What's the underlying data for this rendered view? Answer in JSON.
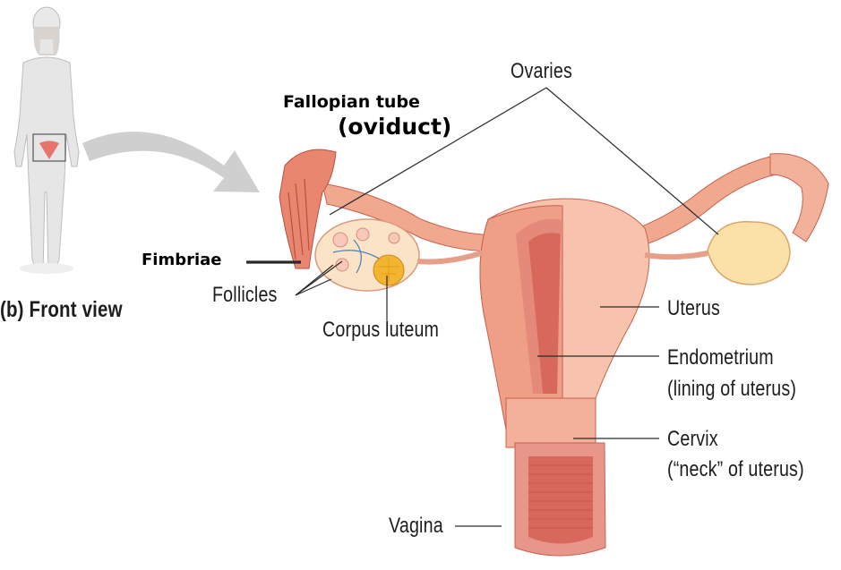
{
  "figure": {
    "view_label": "(b) Front view",
    "labels": {
      "fallopian_tube": "Fallopian tube",
      "oviduct": "(oviduct)",
      "ovaries": "Ovaries",
      "fimbriae": "Fimbriae",
      "follicles": "Follicles",
      "corpus_luteum": "Corpus luteum",
      "uterus": "Uterus",
      "endometrium": "Endometrium",
      "endometrium_note": "(lining of uterus)",
      "cervix": "Cervix",
      "cervix_note": "(“neck” of uterus)",
      "vagina": "Vagina"
    },
    "colors": {
      "tissue": "#f0a98f",
      "tissue_light": "#f7c3ad",
      "tissue_dark": "#c9614f",
      "lining": "#e58a7a",
      "ovary": "#fbe3c8",
      "corpus_luteum": "#f3b531",
      "arrow": "#cfcfcf",
      "body_silhouette": "#e6e6e6"
    }
  }
}
